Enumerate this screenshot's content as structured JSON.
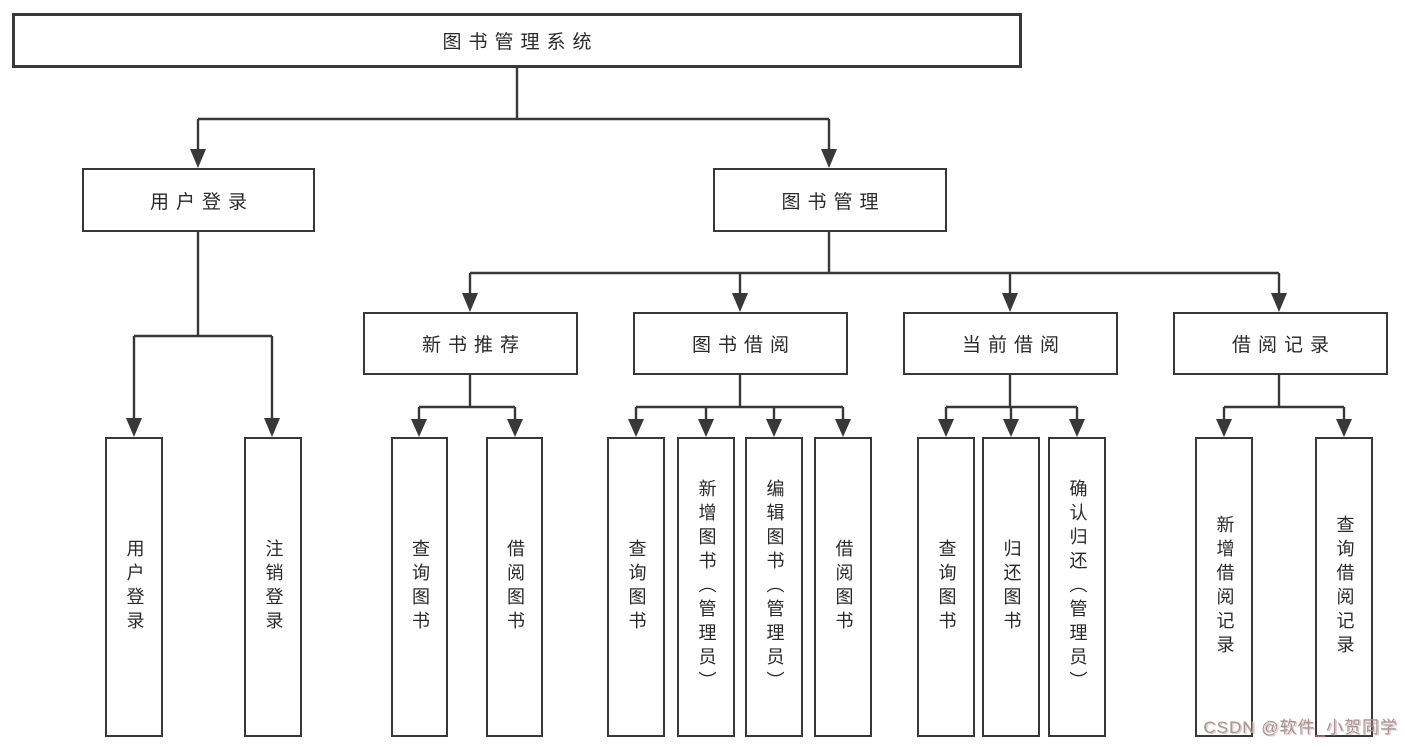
{
  "tree": {
    "root": {
      "label": "图书管理系统"
    },
    "children": [
      {
        "label": "用户登录",
        "children": [
          {
            "label": "用户登录"
          },
          {
            "label": "注销登录"
          }
        ]
      },
      {
        "label": "图书管理",
        "children": [
          {
            "label": "新书推荐",
            "children": [
              {
                "label": "查询图书"
              },
              {
                "label": "借阅图书"
              }
            ]
          },
          {
            "label": "图书借阅",
            "children": [
              {
                "label": "查询图书"
              },
              {
                "label": "新增图书（管理员）"
              },
              {
                "label": "编辑图书（管理员）"
              },
              {
                "label": "借阅图书"
              }
            ]
          },
          {
            "label": "当前借阅",
            "children": [
              {
                "label": "查询图书"
              },
              {
                "label": "归还图书"
              },
              {
                "label": "确认归还（管理员）"
              }
            ]
          },
          {
            "label": "借阅记录",
            "children": [
              {
                "label": "新增借阅记录"
              },
              {
                "label": "查询借阅记录"
              }
            ]
          }
        ]
      }
    ]
  },
  "watermark": {
    "text": "CSDN @软件_小贺同学"
  },
  "colors": {
    "line": "#383838",
    "text": "#2a2a2a",
    "background": "#ffffff",
    "watermark": "#9d9898"
  }
}
